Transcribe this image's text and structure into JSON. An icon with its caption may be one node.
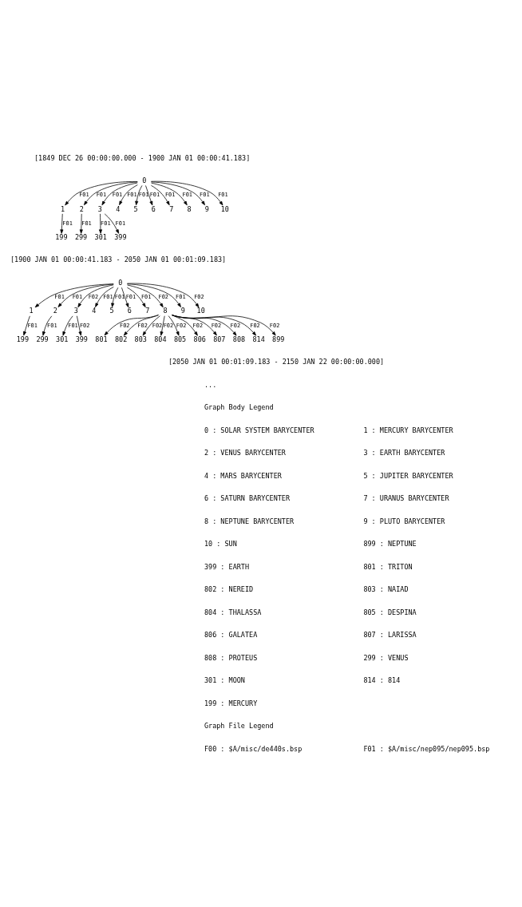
{
  "diagram": {
    "nodes": [
      {
        "text": [
          "0"
        ]
      },
      {
        "text": [
          "1"
        ]
      },
      {
        "text": [
          "2"
        ]
      },
      {
        "text": [
          "3"
        ]
      },
      {
        "text": [
          "4"
        ]
      },
      {
        "text": [
          "5"
        ]
      },
      {
        "text": [
          "6"
        ]
      },
      {
        "text": [
          "7"
        ]
      },
      {
        "text": [
          "8"
        ]
      },
      {
        "text": [
          "9"
        ]
      },
      {
        "text": [
          "10"
        ]
      },
      {
        "text": [
          "199"
        ]
      },
      {
        "text": [
          "299"
        ]
      },
      {
        "text": [
          "301"
        ]
      },
      {
        "text": [
          "399"
        ]
      },
      {
        "text": [
          "0"
        ]
      },
      {
        "text": [
          "1"
        ]
      },
      {
        "text": [
          "2"
        ]
      },
      {
        "text": [
          "3"
        ]
      },
      {
        "text": [
          "4"
        ]
      },
      {
        "text": [
          "5"
        ]
      },
      {
        "text": [
          "6"
        ]
      },
      {
        "text": [
          "7"
        ]
      },
      {
        "text": [
          "8"
        ]
      },
      {
        "text": [
          "9"
        ]
      },
      {
        "text": [
          "10"
        ]
      },
      {
        "text": [
          "199"
        ]
      },
      {
        "text": [
          "299"
        ]
      },
      {
        "text": [
          "301"
        ]
      },
      {
        "text": [
          "399"
        ]
      },
      {
        "text": [
          "801"
        ]
      },
      {
        "text": [
          "802"
        ]
      },
      {
        "text": [
          "803"
        ]
      },
      {
        "text": [
          "804"
        ]
      },
      {
        "text": [
          "805"
        ]
      },
      {
        "text": [
          "806"
        ]
      },
      {
        "text": [
          "807"
        ]
      },
      {
        "text": [
          "808"
        ]
      },
      {
        "text": [
          "814"
        ]
      },
      {
        "text": [
          "899"
        ]
      }
    ],
    "edges": [
      {
        "from": 0,
        "to": 1,
        "arrow": "to",
        "label": "F01"
      },
      {
        "from": 0,
        "to": 2,
        "arrow": "to",
        "label": "F01"
      },
      {
        "from": 0,
        "to": 3,
        "arrow": "to",
        "label": "F01"
      },
      {
        "from": 0,
        "to": 4,
        "arrow": "to",
        "label": "F01"
      },
      {
        "from": 0,
        "to": 5,
        "arrow": "to",
        "label": "F01"
      },
      {
        "from": 0,
        "to": 6,
        "arrow": "to",
        "label": "F01"
      },
      {
        "from": 0,
        "to": 7,
        "arrow": "to",
        "label": "F01"
      },
      {
        "from": 0,
        "to": 8,
        "arrow": "to",
        "label": "F01"
      },
      {
        "from": 0,
        "to": 9,
        "arrow": "to",
        "label": "F01"
      },
      {
        "from": 0,
        "to": 10,
        "arrow": "to",
        "label": "F01"
      },
      {
        "from": 1,
        "to": 11,
        "arrow": "to",
        "label": "F01"
      },
      {
        "from": 2,
        "to": 12,
        "arrow": "to",
        "label": "F01"
      },
      {
        "from": 3,
        "to": 13,
        "arrow": "to",
        "label": "F01"
      },
      {
        "from": 3,
        "to": 14,
        "arrow": "to",
        "label": "F01"
      },
      {
        "from": 15,
        "to": 16,
        "arrow": "to",
        "label": "F01"
      },
      {
        "from": 15,
        "to": 17,
        "arrow": "to",
        "label": "F01"
      },
      {
        "from": 15,
        "to": 18,
        "arrow": "to",
        "label": "F02"
      },
      {
        "from": 15,
        "to": 19,
        "arrow": "to",
        "label": "F01"
      },
      {
        "from": 15,
        "to": 20,
        "arrow": "to",
        "label": "F01"
      },
      {
        "from": 15,
        "to": 21,
        "arrow": "to",
        "label": "F01"
      },
      {
        "from": 15,
        "to": 22,
        "arrow": "to",
        "label": "F01"
      },
      {
        "from": 15,
        "to": 23,
        "arrow": "to",
        "label": "F02"
      },
      {
        "from": 15,
        "to": 24,
        "arrow": "to",
        "label": "F01"
      },
      {
        "from": 15,
        "to": 25,
        "arrow": "to",
        "label": "F02"
      },
      {
        "from": 16,
        "to": 26,
        "arrow": "to",
        "label": "F01"
      },
      {
        "from": 17,
        "to": 27,
        "arrow": "to",
        "label": "F01"
      },
      {
        "from": 18,
        "to": 28,
        "arrow": "to",
        "label": "F01"
      },
      {
        "from": 18,
        "to": 29,
        "arrow": "to",
        "label": "F02"
      },
      {
        "from": 23,
        "to": 30,
        "arrow": "to",
        "label": "F02"
      },
      {
        "from": 23,
        "to": 31,
        "arrow": "to",
        "label": "F02"
      },
      {
        "from": 23,
        "to": 32,
        "arrow": "to",
        "label": "F02"
      },
      {
        "from": 23,
        "to": 33,
        "arrow": "to",
        "label": "F02"
      },
      {
        "from": 23,
        "to": 34,
        "arrow": "to",
        "label": "F02"
      },
      {
        "from": 23,
        "to": 35,
        "arrow": "to",
        "label": "F02"
      },
      {
        "from": 23,
        "to": 36,
        "arrow": "to",
        "label": "F02"
      },
      {
        "from": 23,
        "to": 37,
        "arrow": "to",
        "label": "F02"
      },
      {
        "from": 23,
        "to": 38,
        "arrow": "to",
        "label": "F02"
      },
      {
        "from": 23,
        "to": 39,
        "arrow": "to",
        "label": "F02"
      }
    ],
    "labels": [
      "[1849 DEC 26 00:00:00.000 - 1900 JAN 01 00:00:41.183]",
      "[1900 JAN 01 00:00:41.183 - 2050 JAN 01 00:01:09.183]",
      "[2050 JAN 01 00:01:09.183 - 2150 JAN 22 00:00:00.000]",
      "...",
      "Graph Body Legend",
      "0 : SOLAR SYSTEM BARYCENTER",
      "1 : MERCURY BARYCENTER",
      "2 : VENUS BARYCENTER",
      "3 : EARTH BARYCENTER",
      "4 : MARS BARYCENTER",
      "5 : JUPITER BARYCENTER",
      "6 : SATURN BARYCENTER",
      "7 : URANUS BARYCENTER",
      "8 : NEPTUNE BARYCENTER",
      "9 : PLUTO BARYCENTER",
      "10 : SUN",
      "899 : NEPTUNE",
      "399 : EARTH",
      "801 : TRITON",
      "802 : NEREID",
      "803 : NAIAD",
      "804 : THALASSA",
      "805 : DESPINA",
      "806 : GALATEA",
      "807 : LARISSA",
      "808 : PROTEUS",
      "299 : VENUS",
      "301 : MOON",
      "814 : 814",
      "199 : MERCURY",
      "Graph File Legend",
      "F00 : $A/misc/de440s.bsp",
      "F01 : $A/misc/nep095/nep095.bsp"
    ]
  }
}
